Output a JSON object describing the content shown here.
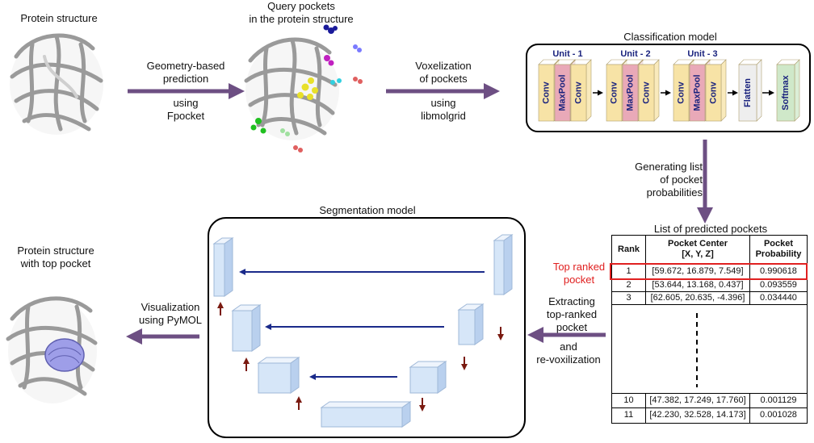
{
  "labels": {
    "protein_structure": "Protein structure",
    "query_pockets_1": "Query pockets",
    "query_pockets_2": "in the protein structure",
    "geom_1": "Geometry-based",
    "geom_2": "prediction",
    "using_1": "using",
    "fpocket": "Fpocket",
    "vox_1": "Voxelization",
    "vox_2": "of pockets",
    "using_2": "using",
    "libmolgrid": "libmolgrid",
    "classification_title": "Classification model",
    "gen_1": "Generating list",
    "gen_2": "of pocket",
    "gen_3": "probabilities",
    "list_title": "List of predicted pockets",
    "segmentation_title": "Segmentation model",
    "top_ranked_1": "Top ranked",
    "top_ranked_2": "pocket",
    "extract_1": "Extracting",
    "extract_2": "top-ranked",
    "extract_3": "pocket",
    "and": "and",
    "revox": "re-voxilization",
    "visual_1": "Visualization",
    "visual_2": "using PyMOL",
    "top_protein_1": "Protein structure",
    "top_protein_2": "with top pocket"
  },
  "classification": {
    "units": [
      {
        "title": "Unit - 1",
        "layers": [
          "Conv",
          "MaxPool",
          "Conv"
        ]
      },
      {
        "title": "Unit - 2",
        "layers": [
          "Conv",
          "MaxPool",
          "Conv"
        ]
      },
      {
        "title": "Unit - 3",
        "layers": [
          "Conv",
          "MaxPool",
          "Conv"
        ]
      }
    ],
    "flatten": "Flatten",
    "softmax": "Softmax"
  },
  "table": {
    "headers": [
      "Rank",
      "Pocket Center\n[X, Y, Z]",
      "Pocket\nProbability"
    ],
    "rows": [
      {
        "rank": "1",
        "center": "[59.672, 16.879, 7.549]",
        "prob": "0.990618"
      },
      {
        "rank": "2",
        "center": "[53.644, 13.168, 0.437]",
        "prob": "0.093559"
      },
      {
        "rank": "3",
        "center": "[62.605, 20.635, -4.396]",
        "prob": "0.034440"
      },
      {
        "rank": "10",
        "center": "[47.382, 17.249, 17.760]",
        "prob": "0.001129"
      },
      {
        "rank": "11",
        "center": "[42.230, 32.528, 14.173]",
        "prob": "0.001028"
      }
    ]
  },
  "colors": {
    "process_arrow": "#6d4f83",
    "conv": "#f7e3a6",
    "maxpool": "#e9a9b8",
    "flatten": "#eeeeee",
    "softmax": "#cfe8c9",
    "unit_title": "#1a237e",
    "block": "#d6e6f8",
    "skip_arrow": "#1a2a8a",
    "updown_arrow": "#7a1a10",
    "highlight": "#e02020"
  }
}
